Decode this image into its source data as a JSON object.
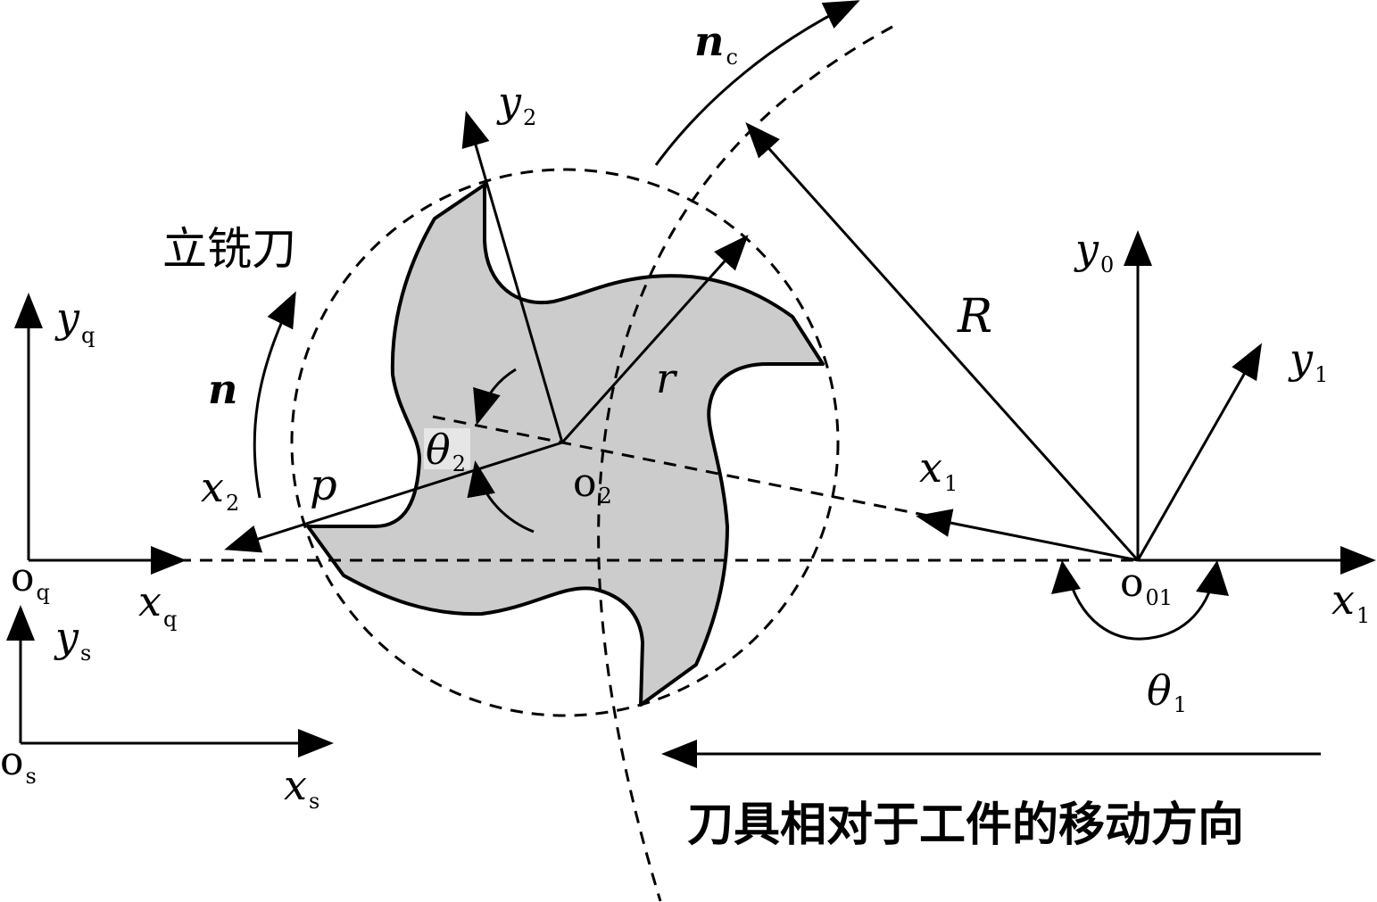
{
  "labels": {
    "tool_name": "立铣刀",
    "motion_direction": "刀具相对于工件的移动方向",
    "n_c": {
      "main": "n",
      "sub": "c"
    },
    "y2": {
      "main": "y",
      "sub": "2"
    },
    "x2": {
      "main": "x",
      "sub": "2"
    },
    "o2": {
      "main": "o",
      "sub": "2"
    },
    "theta2": {
      "main": "θ",
      "sub": "2"
    },
    "r": "r",
    "R": "R",
    "n": "n",
    "p": "p",
    "yq": {
      "main": "y",
      "sub": "q"
    },
    "xq": {
      "main": "x",
      "sub": "q"
    },
    "oq": {
      "main": "o",
      "sub": "q"
    },
    "ys": {
      "main": "y",
      "sub": "s"
    },
    "xs": {
      "main": "x",
      "sub": "s"
    },
    "os": {
      "main": "o",
      "sub": "s"
    },
    "y0": {
      "main": "y",
      "sub": "0"
    },
    "y1": {
      "main": "y",
      "sub": "1"
    },
    "x1_inner": {
      "main": "x",
      "sub": "1"
    },
    "x1_axis": {
      "main": "x",
      "sub": "1"
    },
    "o01": {
      "main": "o",
      "sub": "01"
    },
    "theta1": {
      "main": "θ",
      "sub": "1"
    }
  },
  "colors": {
    "cutter_fill": "#cccccc",
    "stroke": "#000000"
  }
}
